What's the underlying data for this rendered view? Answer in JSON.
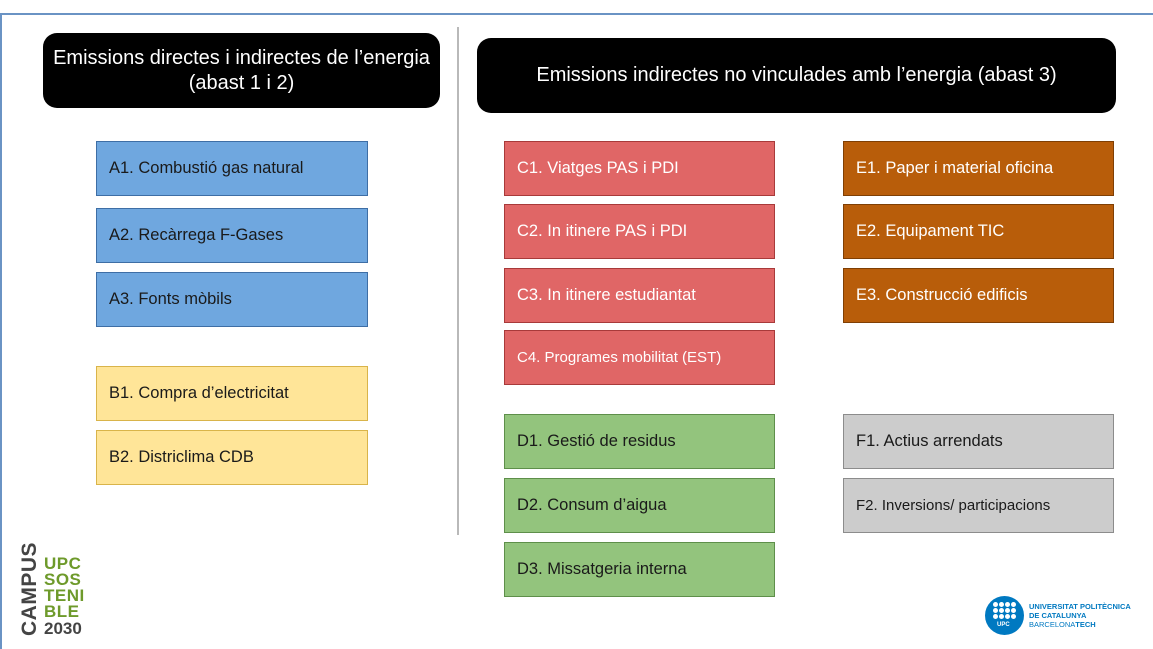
{
  "headers": {
    "scope12": "Emissions directes i indirectes de l’energia (abast 1 i 2)",
    "scope3": "Emissions indirectes no vinculades amb l’energia (abast 3)"
  },
  "boxes": {
    "A1": "A1. Combustió gas natural",
    "A2": "A2. Recàrrega F-Gases",
    "A3": "A3. Fonts mòbils",
    "B1": "B1. Compra d’electricitat",
    "B2": "B2. Districlima CDB",
    "C1": "C1. Viatges PAS i PDI",
    "C2": "C2. In itinere PAS i PDI",
    "C3": "C3. In itinere  estudiantat",
    "C4": "C4. Programes mobilitat (EST)",
    "D1": "D1. Gestió de residus",
    "D2": "D2. Consum d’aigua",
    "D3": "D3. Missatgeria interna",
    "E1": "E1. Paper i material oficina",
    "E2": "E2. Equipament TIC",
    "E3": "E3. Construcció edificis",
    "F1": "F1. Actius arrendats",
    "F2": "F2. Inversions/ participacions"
  },
  "colors": {
    "A": "#6fa7df",
    "B": "#ffe598",
    "C": "#e06666",
    "D": "#93c47d",
    "E": "#b85d0a",
    "F": "#cccccc",
    "header": "#000000"
  },
  "logo_campus": {
    "word": "CAMPUS",
    "line1": "UPC",
    "line2": "SOS",
    "line3": "TENI",
    "line4": "BLE",
    "year": "2030"
  },
  "logo_upc": {
    "mark": "UPC",
    "line1": "UNIVERSITAT POLITÈCNICA",
    "line2": "DE CATALUNYA",
    "line3a": "BARCELONA",
    "line3b": "TECH"
  }
}
